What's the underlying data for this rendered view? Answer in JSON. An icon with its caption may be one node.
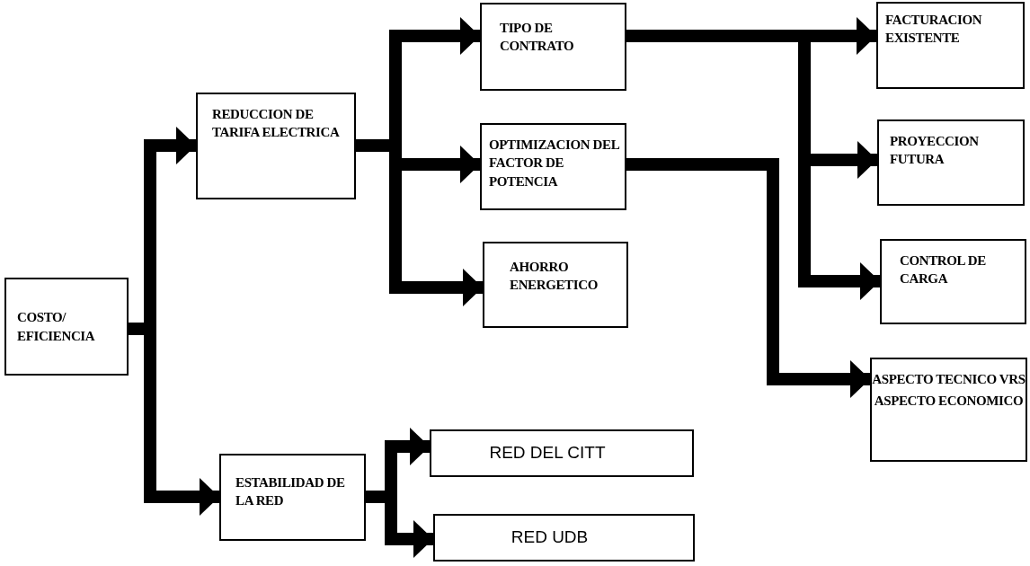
{
  "diagram": {
    "nodes": [
      {
        "text": [
          "COSTO/ EFICIENCIA"
        ]
      },
      {
        "text": [
          "REDUCCION DE TARIFA ELECTRICA"
        ]
      },
      {
        "text": [
          "ESTABILIDAD DE LA RED"
        ]
      },
      {
        "text": [
          "TIPO DE CONTRATO"
        ]
      },
      {
        "text": [
          "OPTIMIZACION DEL FACTOR DE POTENCIA"
        ]
      },
      {
        "text": [
          "AHORRO ENERGETICO"
        ]
      },
      {
        "text": [
          "RED DEL CITT"
        ]
      },
      {
        "text": [
          "RED UDB"
        ]
      },
      {
        "text": [
          "FACTURACION EXISTENTE"
        ]
      },
      {
        "text": [
          "PROYECCION FUTURA"
        ]
      },
      {
        "text": [
          "CONTROL DE CARGA"
        ]
      },
      {
        "text": [
          "ASPECTO TECNICO VRS",
          "ASPECTO ECONOMICO"
        ]
      }
    ],
    "edges": [
      {
        "from": 0,
        "to": 1,
        "arrow": "to"
      },
      {
        "from": 0,
        "to": 2,
        "arrow": "to"
      },
      {
        "from": 1,
        "to": 3,
        "arrow": "to"
      },
      {
        "from": 1,
        "to": 4,
        "arrow": "to"
      },
      {
        "from": 1,
        "to": 5,
        "arrow": "to"
      },
      {
        "from": 2,
        "to": 6,
        "arrow": "to"
      },
      {
        "from": 2,
        "to": 7,
        "arrow": "to"
      },
      {
        "from": 3,
        "to": 8,
        "arrow": "to"
      },
      {
        "from": 3,
        "to": 9,
        "arrow": "to"
      },
      {
        "from": 3,
        "to": 10,
        "arrow": "to"
      },
      {
        "from": 4,
        "to": 11,
        "arrow": "to"
      }
    ]
  }
}
